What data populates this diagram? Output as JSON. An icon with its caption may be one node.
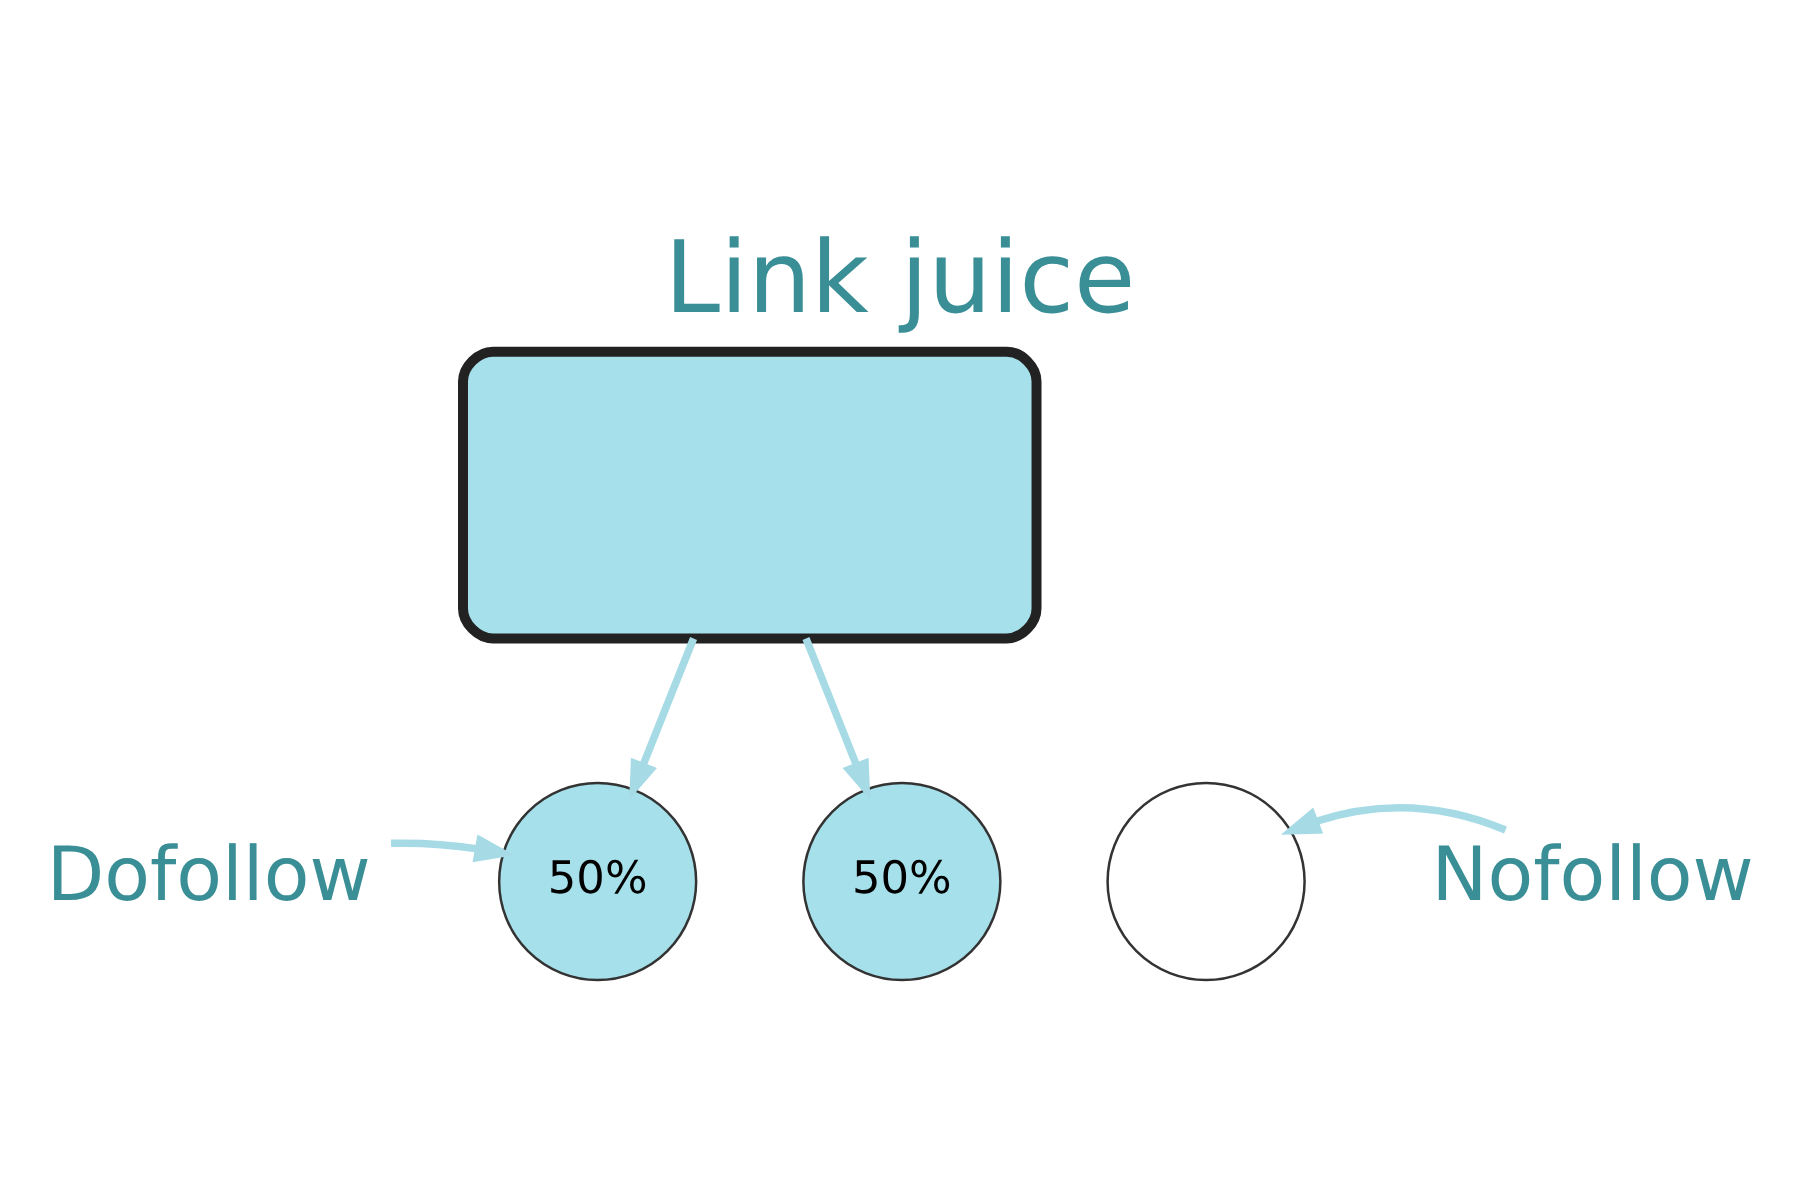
{
  "diagram": {
    "title": "Link juice",
    "nodes": [
      {
        "text": [],
        "shape": "box"
      },
      {
        "text": [
          "50%"
        ]
      },
      {
        "text": [
          "50%"
        ]
      },
      {
        "text": [],
        "shape": "circle"
      },
      {
        "text": [
          "Dofollow"
        ]
      },
      {
        "text": [
          "Nofollow"
        ]
      }
    ],
    "edges": [
      {
        "from": 0,
        "to": 1,
        "arrow": "to"
      },
      {
        "from": 0,
        "to": 2,
        "arrow": "to"
      },
      {
        "from": 4,
        "to": 1,
        "arrow": "to"
      },
      {
        "from": 5,
        "to": 3,
        "arrow": "to"
      }
    ]
  }
}
